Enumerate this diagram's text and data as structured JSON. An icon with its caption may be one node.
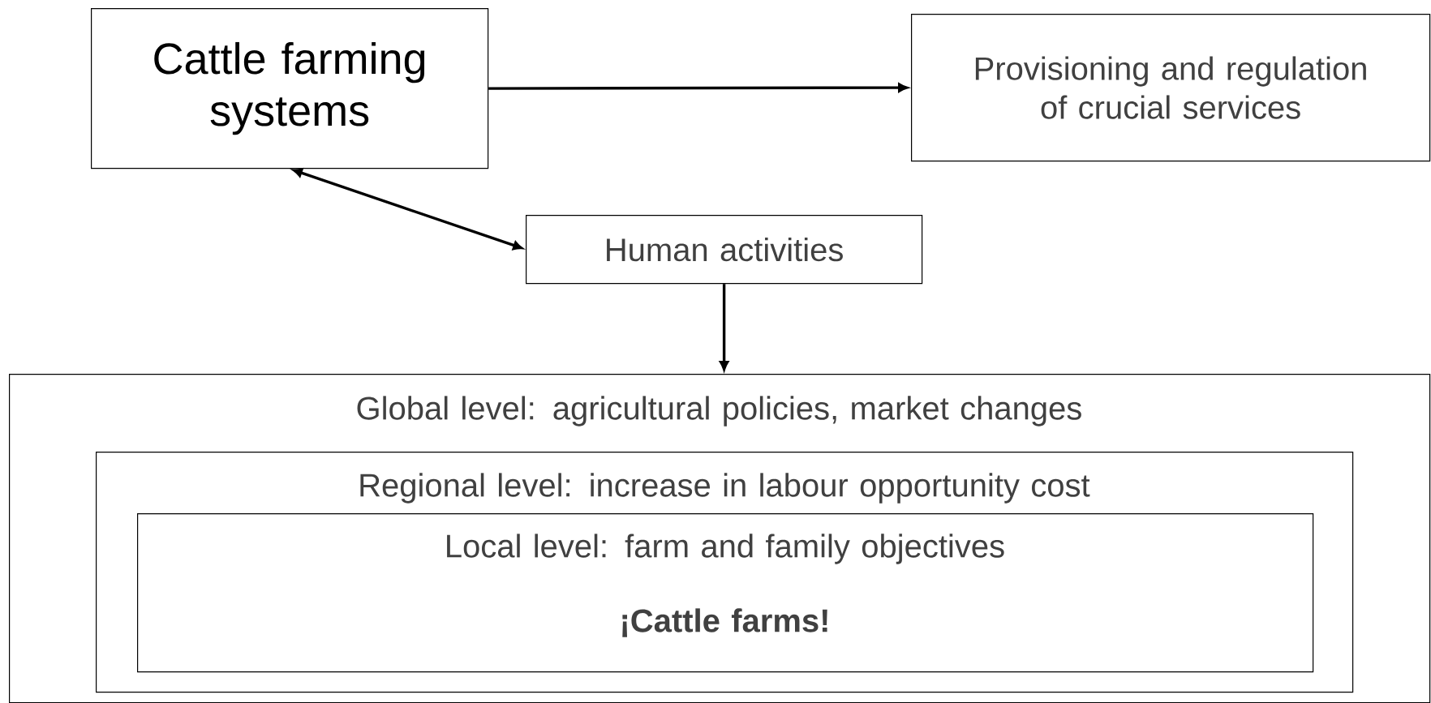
{
  "diagram": {
    "nodes": [
      {
        "text": [
          "Cattle farming systems"
        ]
      },
      {
        "text": [
          "Provisioning and regulation of crucial services"
        ]
      },
      {
        "text": [
          "Human activities"
        ]
      },
      {
        "text": [
          "Global level: agricultural policies, market changes"
        ]
      },
      {
        "text": [
          "Regional level: increase in labour opportunity cost"
        ],
        "in": 3
      },
      {
        "text": [
          "Local level: farm and family objectives",
          "¡Cattle farms!"
        ],
        "in": 4
      }
    ],
    "edges": [
      {
        "from": 0,
        "to": 1,
        "arrow": "to"
      },
      {
        "from": 0,
        "to": 2,
        "arrow": "both"
      },
      {
        "from": 2,
        "to": 3,
        "arrow": "to"
      }
    ]
  }
}
